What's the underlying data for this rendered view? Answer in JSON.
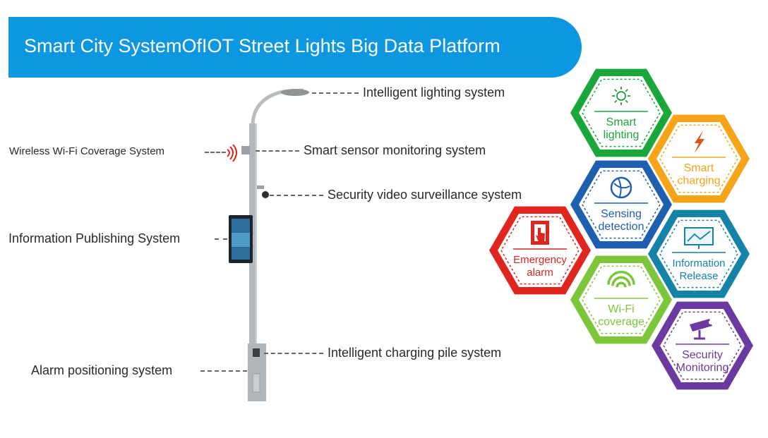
{
  "title": "Smart City SystemOfIOT Street Lights Big Data Platform",
  "pole_labels": {
    "lighting": "Intelligent lighting system",
    "sensor": "Smart sensor monitoring system",
    "wifi": "Wireless Wi-Fi Coverage System",
    "video": "Security video surveillance system",
    "publishing": "Information Publishing System",
    "charging_pile": "Intelligent charging pile system",
    "alarm": "Alarm positioning system"
  },
  "hexagons": [
    {
      "line1": "Smart",
      "line2": "lighting",
      "color": "#1aa63a",
      "icon": "sun-icon"
    },
    {
      "line1": "Smart",
      "line2": "charging",
      "color": "#f5a418",
      "icon": "lightning-icon"
    },
    {
      "line1": "Sensing",
      "line2": "detection",
      "color": "#1e5fb0",
      "icon": "sensor-globe-icon"
    },
    {
      "line1": "Emergency",
      "line2": "alarm",
      "color": "#e0251e",
      "icon": "alarm-button-icon"
    },
    {
      "line1": "Information",
      "line2": "Release",
      "color": "#1582a8",
      "icon": "display-board-icon"
    },
    {
      "line1": "Wi-Fi",
      "line2": "coverage",
      "color": "#7cc63a",
      "icon": "wifi-icon"
    },
    {
      "line1": "Security",
      "line2": "Monitoring",
      "color": "#6b3aa0",
      "icon": "camera-icon"
    }
  ]
}
